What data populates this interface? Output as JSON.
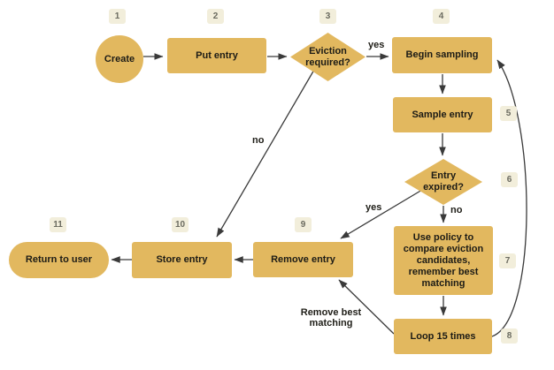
{
  "colors": {
    "node_fill": "#e2b85f",
    "badge_fill": "#f2eedb",
    "badge_text": "#6b6b60",
    "node_text": "#1c1b16",
    "edge_line": "#3a3a3a"
  },
  "nodes": [
    {
      "step": "1",
      "label": "Create",
      "shape": "circle"
    },
    {
      "step": "2",
      "label": "Put entry",
      "shape": "rect"
    },
    {
      "step": "3",
      "label": "Eviction required?",
      "shape": "diamond"
    },
    {
      "step": "4",
      "label": "Begin sampling",
      "shape": "rect"
    },
    {
      "step": "5",
      "label": "Sample entry",
      "shape": "rect"
    },
    {
      "step": "6",
      "label": "Entry expired?",
      "shape": "diamond"
    },
    {
      "step": "7",
      "label": "Use policy to compare eviction candidates, remember best matching",
      "shape": "rect"
    },
    {
      "step": "8",
      "label": "Loop 15 times",
      "shape": "rect"
    },
    {
      "step": "9",
      "label": "Remove entry",
      "shape": "rect"
    },
    {
      "step": "10",
      "label": "Store entry",
      "shape": "rect"
    },
    {
      "step": "11",
      "label": "Return to user",
      "shape": "stadium"
    }
  ],
  "edge_labels": {
    "eviction_yes": "yes",
    "eviction_no": "no",
    "expired_yes": "yes",
    "expired_no": "no",
    "loop_remove": "Remove best matching"
  },
  "edges": [
    {
      "from": "Create",
      "to": "Put entry"
    },
    {
      "from": "Put entry",
      "to": "Eviction required?"
    },
    {
      "from": "Eviction required?",
      "to": "Begin sampling",
      "label": "yes"
    },
    {
      "from": "Eviction required?",
      "to": "Store entry",
      "label": "no"
    },
    {
      "from": "Begin sampling",
      "to": "Sample entry"
    },
    {
      "from": "Sample entry",
      "to": "Entry expired?"
    },
    {
      "from": "Entry expired?",
      "to": "Use policy to compare eviction candidates, remember best matching",
      "label": "no"
    },
    {
      "from": "Entry expired?",
      "to": "Remove entry",
      "label": "yes"
    },
    {
      "from": "Use policy to compare eviction candidates, remember best matching",
      "to": "Loop 15 times"
    },
    {
      "from": "Loop 15 times",
      "to": "Begin sampling"
    },
    {
      "from": "Loop 15 times",
      "to": "Remove entry",
      "label": "Remove best matching"
    },
    {
      "from": "Remove entry",
      "to": "Store entry"
    },
    {
      "from": "Store entry",
      "to": "Return to user"
    }
  ]
}
